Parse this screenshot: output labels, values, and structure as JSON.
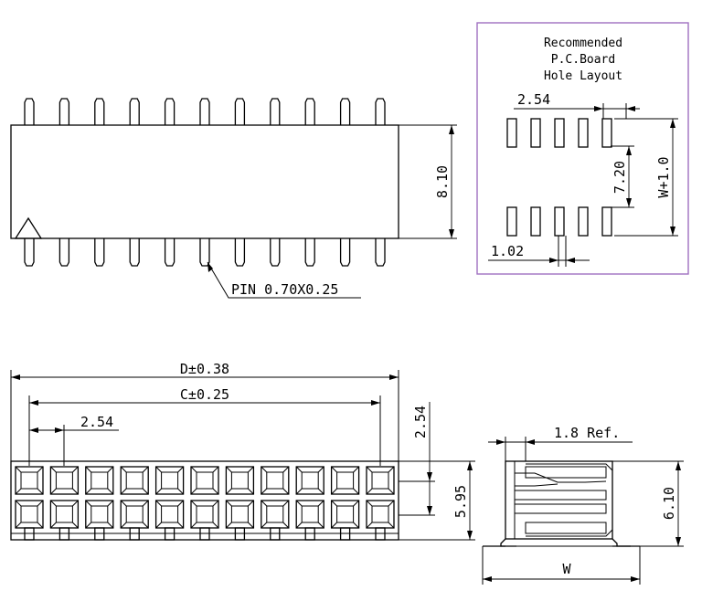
{
  "top_view": {
    "height_label": "8.10",
    "pin_label": "PIN  0.70X0.25",
    "pins_per_row": 11
  },
  "hole_layout": {
    "title_line1": "Recommended",
    "title_line2": "P.C.Board",
    "title_line3": "Hole  Layout",
    "pitch_label": "2.54",
    "row_gap_label": "7.20",
    "width_label": "W+1.0",
    "hole_label": "1.02",
    "border_color": "#a070c0"
  },
  "front_view": {
    "d_label": "D±0.38",
    "c_label": "C±0.25",
    "pitch_label": "2.54",
    "vertical_pitch_label": "2.54",
    "height_label": "5.95",
    "columns": 11
  },
  "side_view": {
    "ref_label": "1.8  Ref.",
    "height_label": "6.10",
    "width_label": "W"
  }
}
